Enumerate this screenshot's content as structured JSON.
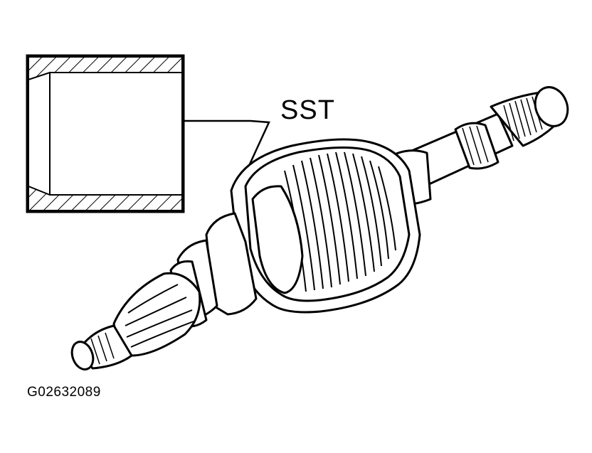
{
  "diagram": {
    "callout_label": "SST",
    "figure_id": "G02632089"
  },
  "colors": {
    "ink": "#000000",
    "paper": "#ffffff"
  },
  "icons": {
    "sleeve_section": "hatched-sleeve-cross-section",
    "shaft_assembly": "splined-shaft-with-sleeve"
  }
}
